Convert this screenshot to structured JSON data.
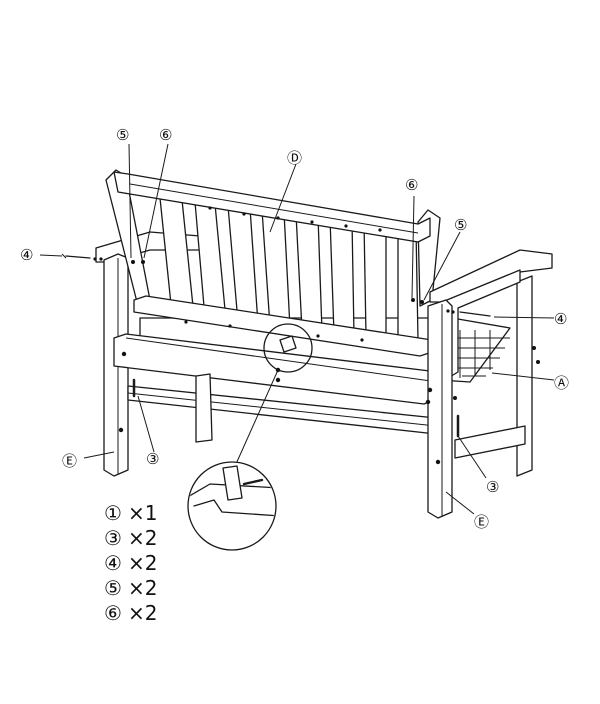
{
  "callouts": {
    "c5_left": "⑤",
    "c6_left": "⑥",
    "cD": "Ⓓ",
    "c6_right": "⑥",
    "c5_right": "⑤",
    "c4_left": "④",
    "c4_right": "④",
    "cA": "Ⓐ",
    "c3_left": "③",
    "c3_right": "③",
    "cE_left": "Ⓔ",
    "cE_right": "Ⓔ"
  },
  "parts_list": [
    {
      "symbol": "①",
      "qty": "×1"
    },
    {
      "symbol": "③",
      "qty": "×2"
    },
    {
      "symbol": "④",
      "qty": "×2"
    },
    {
      "symbol": "⑤",
      "qty": "×2"
    },
    {
      "symbol": "⑥",
      "qty": "×2"
    }
  ]
}
